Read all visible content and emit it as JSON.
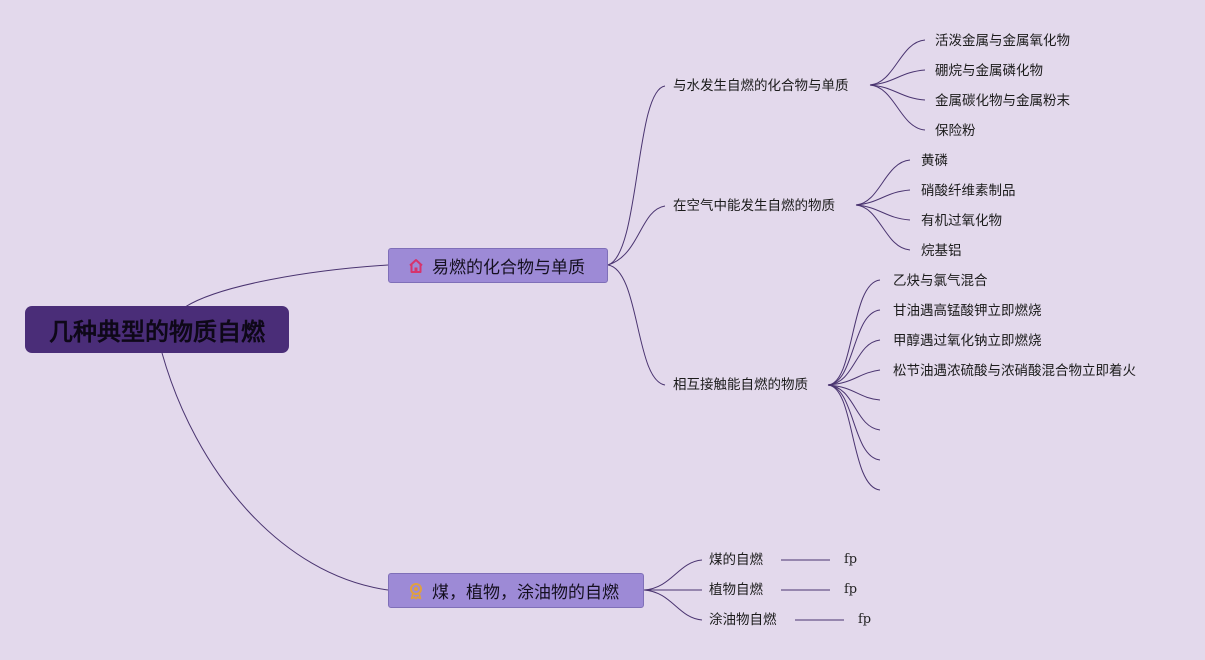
{
  "root": {
    "label": "几种典型的物质自燃"
  },
  "branches": [
    {
      "label": "易燃的化合物与单质",
      "icon": "home-icon",
      "topics": [
        {
          "label": "与水发生自燃的化合物与单质",
          "children": [
            "活泼金属与金属氧化物",
            "硼烷与金属磷化物",
            "金属碳化物与金属粉末",
            "保险粉"
          ]
        },
        {
          "label": "在空气中能发生自燃的物质",
          "children": [
            "黄磷",
            "硝酸纤维素制品",
            "有机过氧化物",
            "烷基铝"
          ]
        },
        {
          "label": "相互接触能自燃的物质",
          "children": [
            "乙炔与氯气混合",
            "甘油遇高锰酸钾立即燃烧",
            "甲醇遇过氧化钠立即燃烧",
            "松节油遇浓硫酸与浓硝酸混合物立即着火",
            "",
            "",
            "",
            ""
          ]
        }
      ]
    },
    {
      "label": "煤，植物，涂油物的自燃",
      "icon": "award-ribbon-icon",
      "topics": [
        {
          "label": "煤的自燃",
          "note": "fp"
        },
        {
          "label": "植物自燃",
          "note": "fp"
        },
        {
          "label": "涂油物自燃",
          "note": "fp"
        }
      ]
    }
  ],
  "colors": {
    "background": "#e3d9ec",
    "root_fill": "#4a2d78",
    "branch_fill": "#9d8ad6",
    "line": "#4a3470",
    "home_icon": "#d6336c",
    "award_icon": "#e0a040"
  }
}
